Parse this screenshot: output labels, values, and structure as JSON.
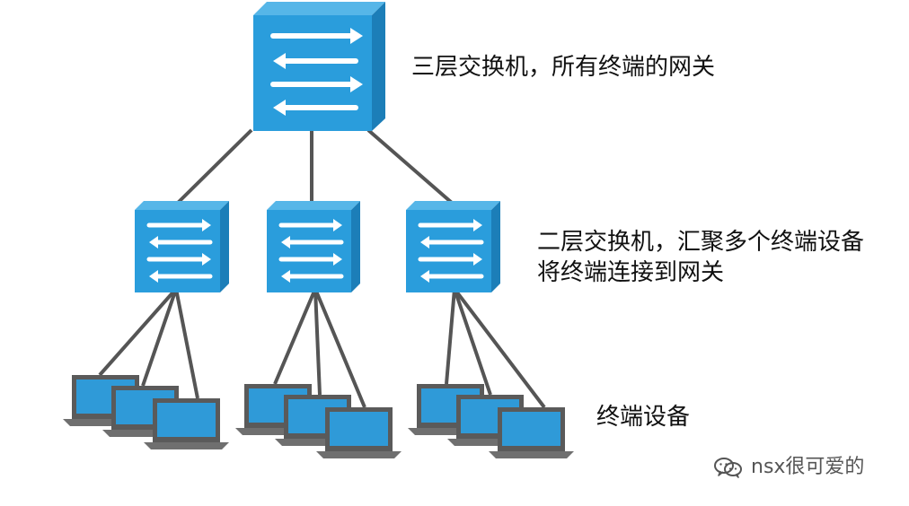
{
  "labels": {
    "core": "三层交换机，所有终端的网关",
    "aggregation_line1": "二层交换机，汇聚多个终端设备",
    "aggregation_line2": "将终端连接到网关",
    "terminals": "终端设备"
  },
  "watermark": {
    "text": "nsx很可爱的",
    "icon": "wechat-icon"
  },
  "colors": {
    "switch_front": "#2a9ddc",
    "switch_side": "#1c7eb8",
    "switch_top": "#56b6e8",
    "cable": "#555555",
    "laptop_frame": "#5a5a5a",
    "laptop_screen": "#2f9ad8",
    "laptop_base": "#6f6f6f",
    "text": "#111111"
  }
}
